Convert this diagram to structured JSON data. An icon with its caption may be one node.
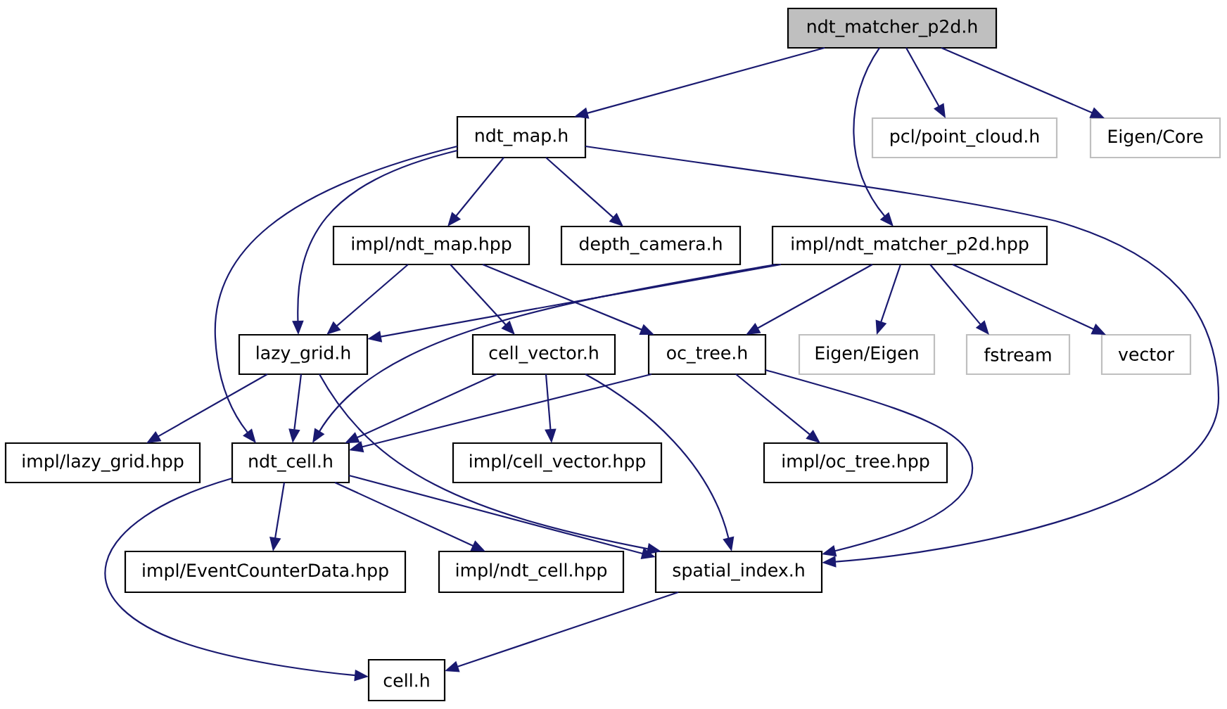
{
  "diagram": {
    "nodes": [
      {
        "text": [
          "ndt_matcher_p2d.h"
        ]
      },
      {
        "text": [
          "ndt_map.h"
        ]
      },
      {
        "text": [
          "pcl/point_cloud.h"
        ]
      },
      {
        "text": [
          "Eigen/Core"
        ]
      },
      {
        "text": [
          "impl/ndt_map.hpp"
        ]
      },
      {
        "text": [
          "depth_camera.h"
        ]
      },
      {
        "text": [
          "impl/ndt_matcher_p2d.hpp"
        ]
      },
      {
        "text": [
          "lazy_grid.h"
        ]
      },
      {
        "text": [
          "cell_vector.h"
        ]
      },
      {
        "text": [
          "oc_tree.h"
        ]
      },
      {
        "text": [
          "Eigen/Eigen"
        ]
      },
      {
        "text": [
          "fstream"
        ]
      },
      {
        "text": [
          "vector"
        ]
      },
      {
        "text": [
          "impl/lazy_grid.hpp"
        ]
      },
      {
        "text": [
          "ndt_cell.h"
        ]
      },
      {
        "text": [
          "impl/cell_vector.hpp"
        ]
      },
      {
        "text": [
          "impl/oc_tree.hpp"
        ]
      },
      {
        "text": [
          "impl/EventCounterData.hpp"
        ]
      },
      {
        "text": [
          "impl/ndt_cell.hpp"
        ]
      },
      {
        "text": [
          "spatial_index.h"
        ]
      },
      {
        "text": [
          "cell.h"
        ]
      }
    ],
    "edges": [
      {
        "from": 0,
        "to": 1,
        "arrow": "to"
      },
      {
        "from": 0,
        "to": 6,
        "arrow": "to"
      },
      {
        "from": 0,
        "to": 2,
        "arrow": "to"
      },
      {
        "from": 0,
        "to": 3,
        "arrow": "to"
      },
      {
        "from": 1,
        "to": 4,
        "arrow": "to"
      },
      {
        "from": 1,
        "to": 5,
        "arrow": "to"
      },
      {
        "from": 1,
        "to": 7,
        "arrow": "to"
      },
      {
        "from": 1,
        "to": 14,
        "arrow": "to"
      },
      {
        "from": 1,
        "to": 19,
        "arrow": "to"
      },
      {
        "from": 4,
        "to": 7,
        "arrow": "to"
      },
      {
        "from": 4,
        "to": 8,
        "arrow": "to"
      },
      {
        "from": 4,
        "to": 9,
        "arrow": "to"
      },
      {
        "from": 6,
        "to": 7,
        "arrow": "to"
      },
      {
        "from": 6,
        "to": 14,
        "arrow": "to"
      },
      {
        "from": 6,
        "to": 9,
        "arrow": "to"
      },
      {
        "from": 6,
        "to": 10,
        "arrow": "to"
      },
      {
        "from": 6,
        "to": 11,
        "arrow": "to"
      },
      {
        "from": 6,
        "to": 12,
        "arrow": "to"
      },
      {
        "from": 7,
        "to": 13,
        "arrow": "to"
      },
      {
        "from": 7,
        "to": 14,
        "arrow": "to"
      },
      {
        "from": 7,
        "to": 19,
        "arrow": "to"
      },
      {
        "from": 8,
        "to": 14,
        "arrow": "to"
      },
      {
        "from": 8,
        "to": 15,
        "arrow": "to"
      },
      {
        "from": 8,
        "to": 19,
        "arrow": "to"
      },
      {
        "from": 9,
        "to": 14,
        "arrow": "to"
      },
      {
        "from": 9,
        "to": 16,
        "arrow": "to"
      },
      {
        "from": 9,
        "to": 19,
        "arrow": "to"
      },
      {
        "from": 14,
        "to": 17,
        "arrow": "to"
      },
      {
        "from": 14,
        "to": 18,
        "arrow": "to"
      },
      {
        "from": 14,
        "to": 19,
        "arrow": "to"
      },
      {
        "from": 14,
        "to": 20,
        "arrow": "to"
      },
      {
        "from": 19,
        "to": 20,
        "arrow": "to"
      }
    ]
  }
}
